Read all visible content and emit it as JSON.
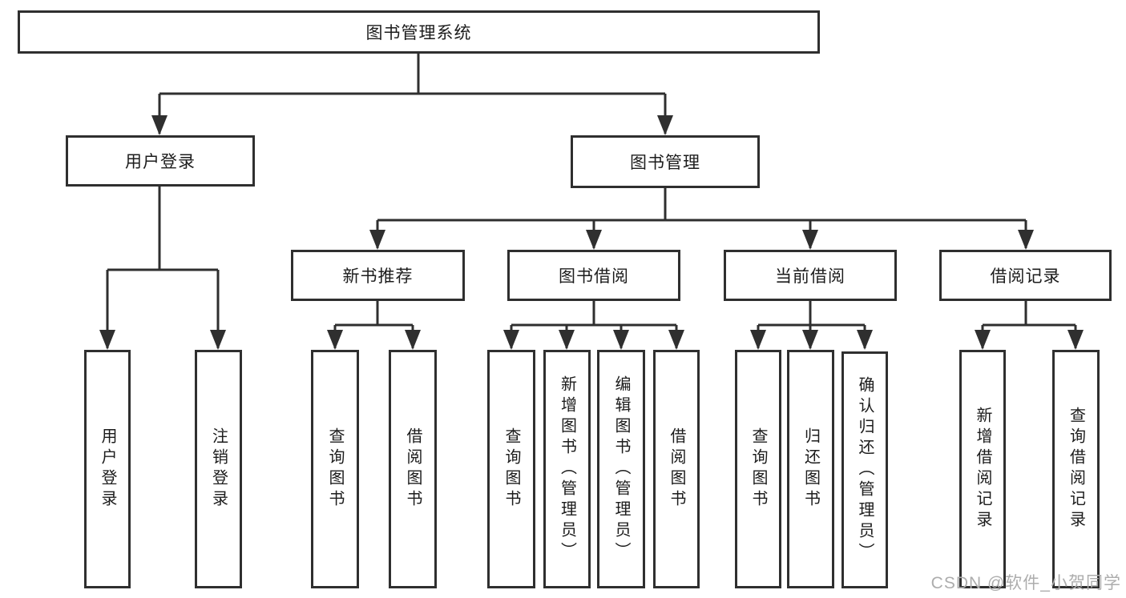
{
  "diagram": {
    "title": "图书管理系统",
    "branches": [
      {
        "label": "用户登录",
        "children": [
          {
            "label": "用户登录"
          },
          {
            "label": "注销登录"
          }
        ]
      },
      {
        "label": "图书管理",
        "children": [
          {
            "label": "新书推荐",
            "children": [
              {
                "label": "查询图书"
              },
              {
                "label": "借阅图书"
              }
            ]
          },
          {
            "label": "图书借阅",
            "children": [
              {
                "label": "查询图书"
              },
              {
                "label": "新增图书（管理员）"
              },
              {
                "label": "编辑图书（管理员）"
              },
              {
                "label": "借阅图书"
              }
            ]
          },
          {
            "label": "当前借阅",
            "children": [
              {
                "label": "查询图书"
              },
              {
                "label": "归还图书"
              },
              {
                "label": "确认归还（管理员）"
              }
            ]
          },
          {
            "label": "借阅记录",
            "children": [
              {
                "label": "新增借阅记录"
              },
              {
                "label": "查询借阅记录"
              }
            ]
          }
        ]
      }
    ]
  },
  "watermark": {
    "text": "CSDN @软件_小贺同学"
  },
  "colors": {
    "background": "#ffffff",
    "line": "#2f2f2f",
    "box_fill": "#ffffff",
    "text": "#1c1c1c",
    "watermark": "#adadad"
  }
}
